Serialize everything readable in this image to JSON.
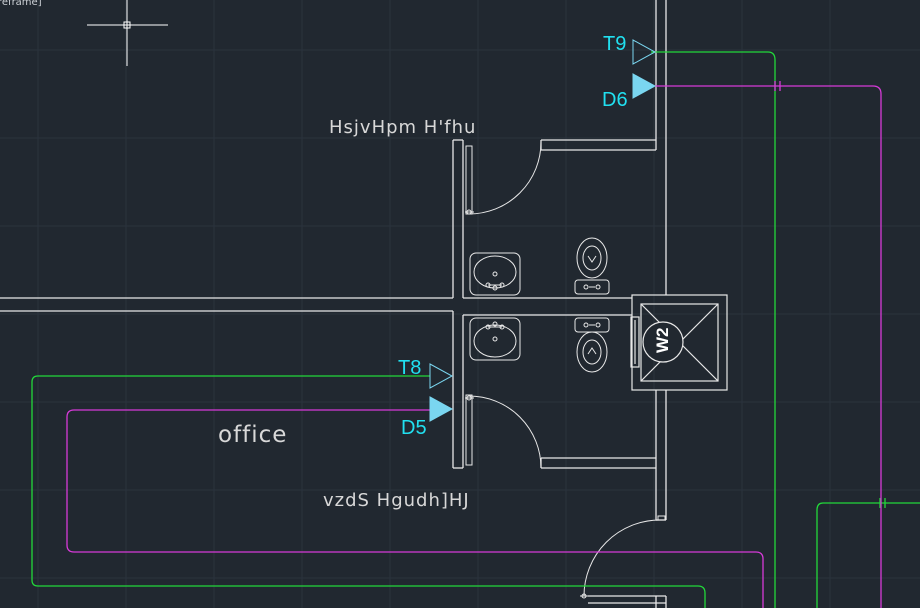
{
  "viewport": {
    "label": "[Wireframe]",
    "visible_text": "reframe]"
  },
  "labels": {
    "room_upper": "HsjvHpm H'fhu",
    "room_lower": "vzdS Hgudh]HJ",
    "office": "office"
  },
  "tags": {
    "t9": "T9",
    "d6": "D6",
    "t8": "T8",
    "d5": "D5",
    "w2": "W2"
  },
  "colors": {
    "background": "#212830",
    "grid": "#2b333d",
    "walls": "#e8e8e8",
    "green_pipe": "#22d83a",
    "magenta_pipe": "#d63ad8",
    "cyan_tag": "#21e0f0",
    "fixture_fill": "#7ad6f0"
  },
  "icons": {
    "cursor": "crosshair-cursor-icon",
    "triangle_open": "outlet-triangle-icon",
    "triangle_filled": "outlet-triangle-filled-icon",
    "toilet": "toilet-icon",
    "sink": "sink-icon",
    "shower": "shower-icon"
  }
}
